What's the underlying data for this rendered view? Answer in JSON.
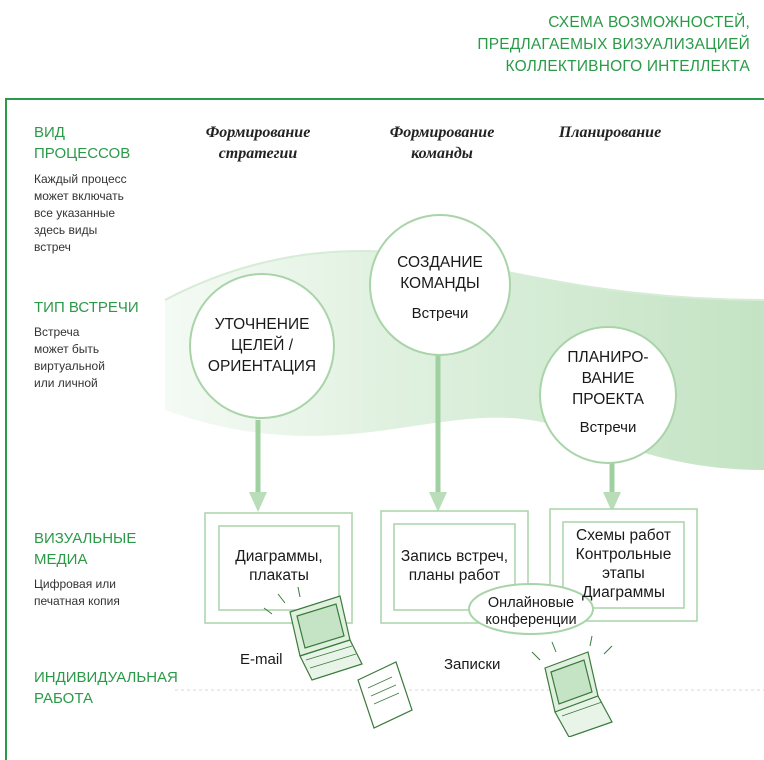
{
  "header": {
    "title_lines": [
      "СХЕМА ВОЗМОЖНОСТЕЙ,",
      "ПРЕДЛАГАЕМЫХ ВИЗУАЛИЗАЦИЕЙ",
      "КОЛЛЕКТИВНОГО ИНТЕЛЛЕКТА"
    ]
  },
  "rows": {
    "process_type": {
      "label": [
        "ВИД",
        "ПРОЦЕССОВ"
      ],
      "desc": [
        "Каждый процесс",
        "может включать",
        "все указанные",
        "здесь виды",
        "встреч"
      ]
    },
    "meeting_type": {
      "label": [
        "ТИП ВСТРЕЧИ"
      ],
      "desc": [
        "Встреча",
        "может быть",
        "виртуальной",
        "или личной"
      ]
    },
    "visual_media": {
      "label": [
        "ВИЗУАЛЬНЫЕ",
        "МЕДИА"
      ],
      "desc": [
        "Цифровая или",
        "печатная копия"
      ]
    },
    "individual_work": {
      "label": [
        "ИНДИВИДУАЛЬНАЯ",
        "РАБОТА"
      ]
    }
  },
  "columns": [
    {
      "head": [
        "Формирование",
        "стратегии"
      ]
    },
    {
      "head": [
        "Формирование",
        "команды"
      ]
    },
    {
      "head": [
        "Планирование"
      ]
    }
  ],
  "circles": {
    "goals": {
      "lines": [
        "УТОЧНЕНИЕ",
        "ЦЕЛЕЙ /",
        "ОРИЕНТАЦИЯ"
      ]
    },
    "team": {
      "lines": [
        "СОЗДАНИЕ",
        "КОМАНДЫ"
      ],
      "sub": "Встречи"
    },
    "project": {
      "lines": [
        "ПЛАНИРО-",
        "ВАНИЕ",
        "ПРОЕКТА"
      ],
      "sub": "Встречи"
    },
    "online": {
      "lines": [
        "Онлайновые",
        "конференции"
      ]
    }
  },
  "boxes": {
    "diagrams": {
      "lines": [
        "Диаграммы,",
        "плакаты"
      ]
    },
    "records": {
      "lines": [
        "Запись встреч,",
        "планы работ"
      ]
    },
    "schemes": {
      "lines": [
        "Схемы работ",
        "Контрольные",
        "этапы",
        "Диаграммы"
      ]
    }
  },
  "labels": {
    "email": "E-mail",
    "notes": "Записки"
  },
  "colors": {
    "accent": "#2b9a48",
    "band": "#cfe8cf",
    "line": "#8ec98e"
  }
}
